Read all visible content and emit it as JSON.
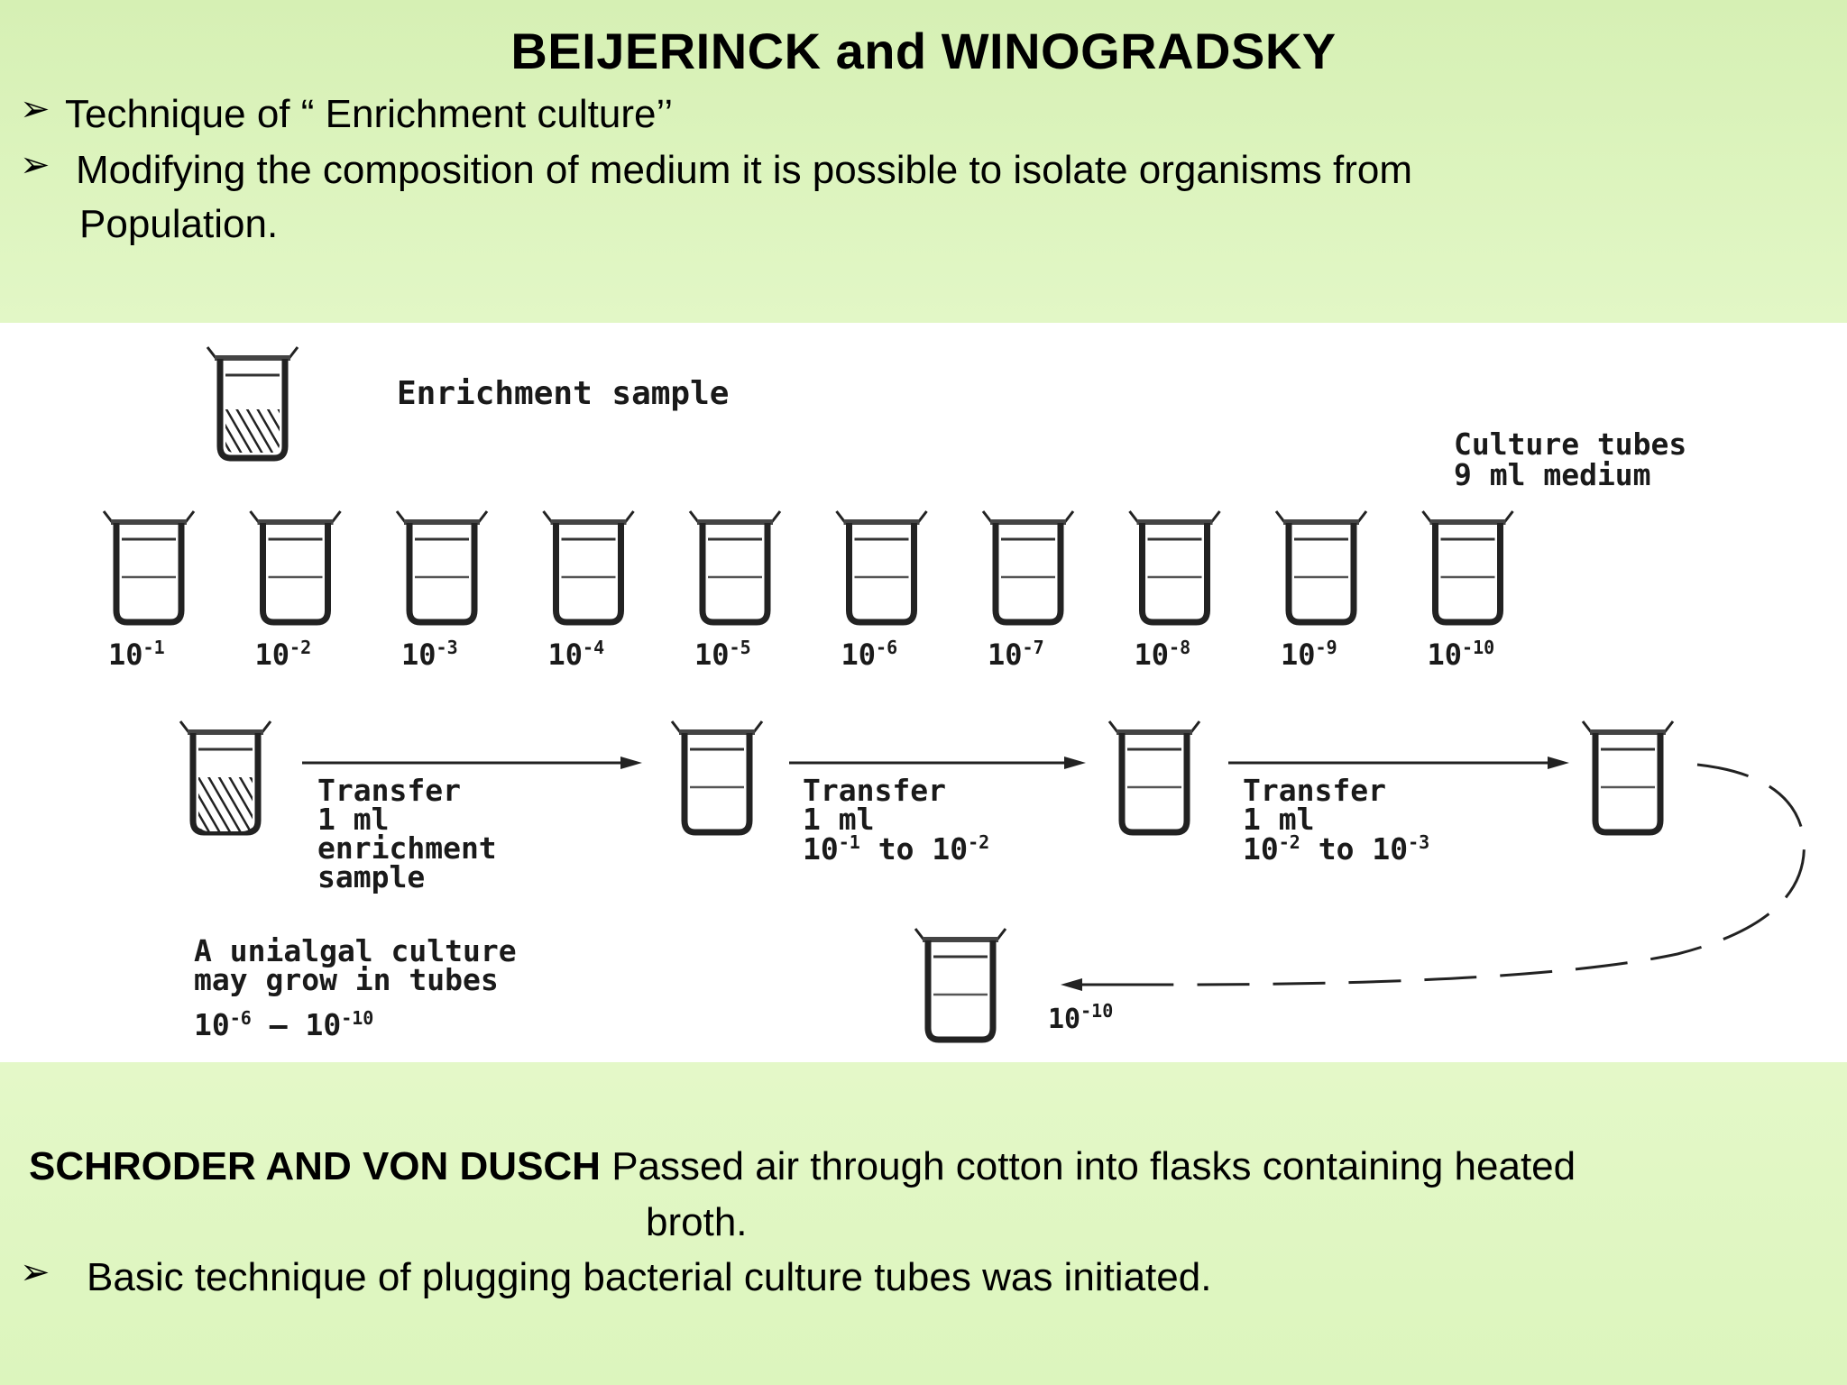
{
  "slide": {
    "title": "BEIJERINCK and WINOGRADSKY",
    "bullets_top": [
      "Technique of “ Enrichment culture’’",
      "Modifying the composition of medium it is possible to isolate organisms from",
      "Population."
    ],
    "bottom": {
      "lead_bold": "SCHRODER AND VON DUSCH",
      "lead_rest": "Passed air through cotton into flasks containing heated",
      "lead_cont": "broth.",
      "bullet": "Basic technique of plugging bacterial culture tubes was initiated."
    },
    "bullet_glyph": "➢"
  },
  "diagram": {
    "enrichment_label": "Enrichment sample",
    "culture_label_1": "Culture tubes",
    "culture_label_2": "9 ml medium",
    "tube_base": "10",
    "tube_exponents": [
      "-1",
      "-2",
      "-3",
      "-4",
      "-5",
      "-6",
      "-7",
      "-8",
      "-9",
      "-10"
    ],
    "transfer_1": [
      "Transfer",
      "1 ml",
      "enrichment",
      "sample"
    ],
    "transfer_2": [
      "Transfer",
      "1 ml"
    ],
    "transfer_2_range": {
      "base1": "10",
      "exp1": "-1",
      "mid": " to ",
      "base2": "10",
      "exp2": "-2"
    },
    "transfer_3": [
      "Transfer",
      "1 ml"
    ],
    "transfer_3_range": {
      "base1": "10",
      "exp1": "-2",
      "mid": " to ",
      "base2": "10",
      "exp2": "-3"
    },
    "unialgal_1": "A unialgal culture",
    "unialgal_2": "may grow in tubes",
    "unialgal_range": {
      "base1": "10",
      "exp1": "-6",
      "mid": " — ",
      "base2": "10",
      "exp2": "-10"
    },
    "final_base": "10",
    "final_exp": "-10"
  }
}
